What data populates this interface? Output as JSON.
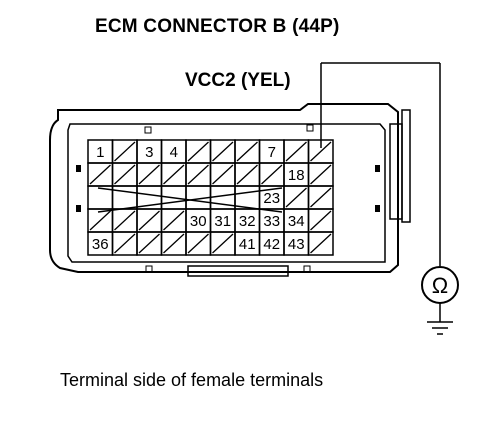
{
  "title": "ECM CONNECTOR B (44P)",
  "wire_label": "VCC2 (YEL)",
  "caption": "Terminal side of female terminals",
  "meter_symbol": "Ω",
  "connector": {
    "rows": [
      [
        "1",
        "",
        "3",
        "4",
        "",
        "",
        "",
        "7",
        "",
        ""
      ],
      [
        "",
        "",
        "",
        "",
        "",
        "",
        "",
        "",
        "18",
        ""
      ],
      [
        "",
        "",
        "",
        "",
        "",
        "",
        "",
        "23",
        "",
        ""
      ],
      [
        "",
        "",
        "",
        "",
        "30",
        "31",
        "32",
        "33",
        "34",
        ""
      ],
      [
        "36",
        "",
        "",
        "",
        "",
        "",
        "41",
        "42",
        "43",
        ""
      ]
    ],
    "highlighted_terminal": "7"
  },
  "colors": {
    "line": "#000000",
    "background": "#ffffff"
  }
}
